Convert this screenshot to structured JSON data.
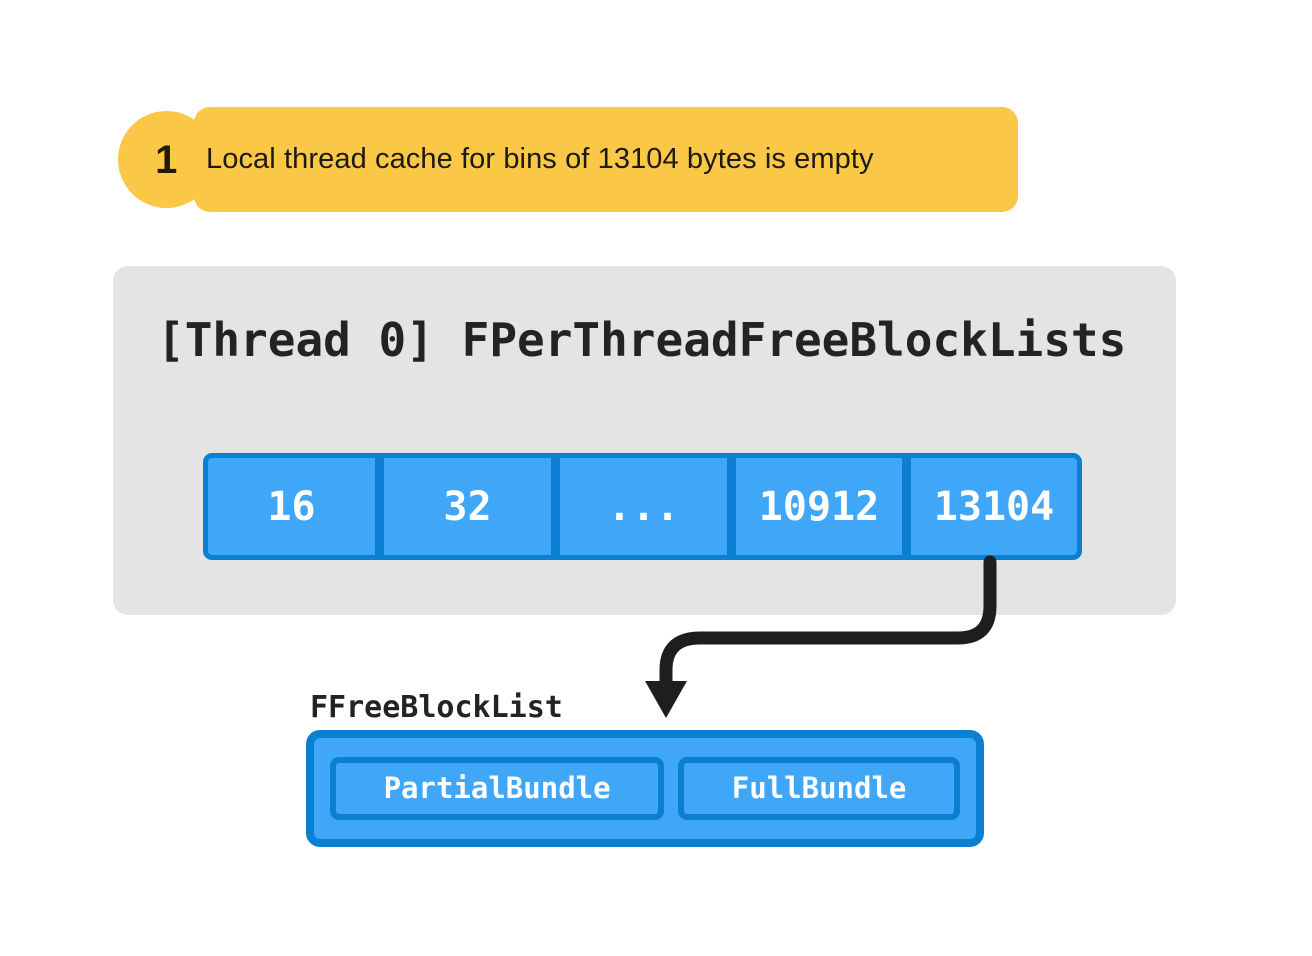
{
  "colors": {
    "banner_yellow": "#FBC747",
    "panel_gray": "#E4E4E4",
    "cell_fill_blue": "#3FA6F8",
    "cell_border_blue": "#0B7FD2",
    "text_dark": "#232323",
    "text_light": "#FFFFFF",
    "arrow_black": "#1E1E1E"
  },
  "step": {
    "number": "1",
    "text": "Local thread cache for bins of 13104 bytes is empty"
  },
  "thread_panel": {
    "title": "[Thread 0] FPerThreadFreeBlockLists",
    "bins": [
      {
        "label": "16",
        "width": "small"
      },
      {
        "label": "32",
        "width": "small"
      },
      {
        "label": "...",
        "width": "small"
      },
      {
        "label": "10912",
        "width": "wide"
      },
      {
        "label": "13104",
        "width": "wide"
      }
    ]
  },
  "free_block_list": {
    "label": "FFreeBlockList",
    "bundles": [
      {
        "label": "PartialBundle"
      },
      {
        "label": "FullBundle"
      }
    ]
  },
  "arrow": {
    "name": "flow-arrow-13104-to-freeblocklist",
    "from_bin": "13104",
    "to": "FFreeBlockList"
  }
}
